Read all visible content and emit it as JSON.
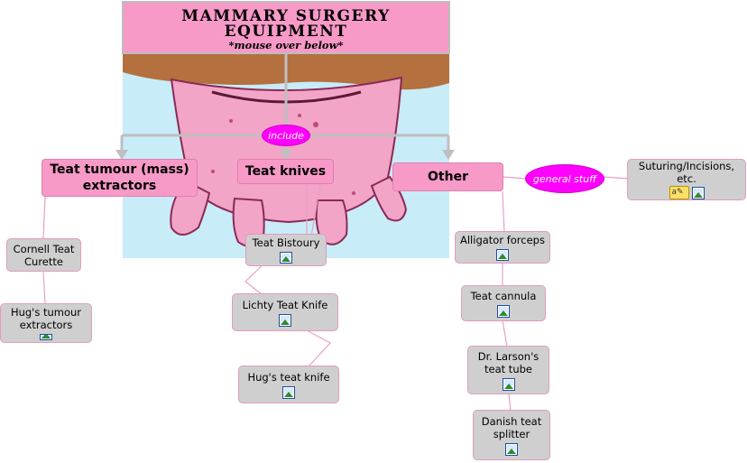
{
  "title": {
    "main_line1": "MAMMARY SURGERY",
    "main_line2": "EQUIPMENT",
    "subtitle": "*mouse over below*"
  },
  "links": {
    "include": "include",
    "general": "general stuff"
  },
  "categories": {
    "extractors": "Teat tumour (mass) extractors",
    "knives": "Teat knives",
    "other": "Other"
  },
  "items": {
    "cornell": "Cornell Teat Curette",
    "hugs_extractors": "Hug's tumour extractors",
    "bistoury": "Teat Bistoury",
    "lichty": "Lichty Teat Knife",
    "hugs_knife": "Hug's teat knife",
    "alligator": "Alligator forceps",
    "cannula": "Teat cannula",
    "larson": "Dr. Larson's teat tube",
    "danish": "Danish teat splitter",
    "suturing": "Suturing/Incisions, etc."
  },
  "icons": {
    "image": "image-icon",
    "note": "note-icon"
  },
  "colors": {
    "pink_node": "#f79ac7",
    "leaf_gray": "#cfcfcf",
    "link_bubble": "#ff00ff",
    "connector_pink": "#e8a0c8",
    "arrow_gray": "#bfbfbf",
    "sky": "#c8ecf8"
  }
}
